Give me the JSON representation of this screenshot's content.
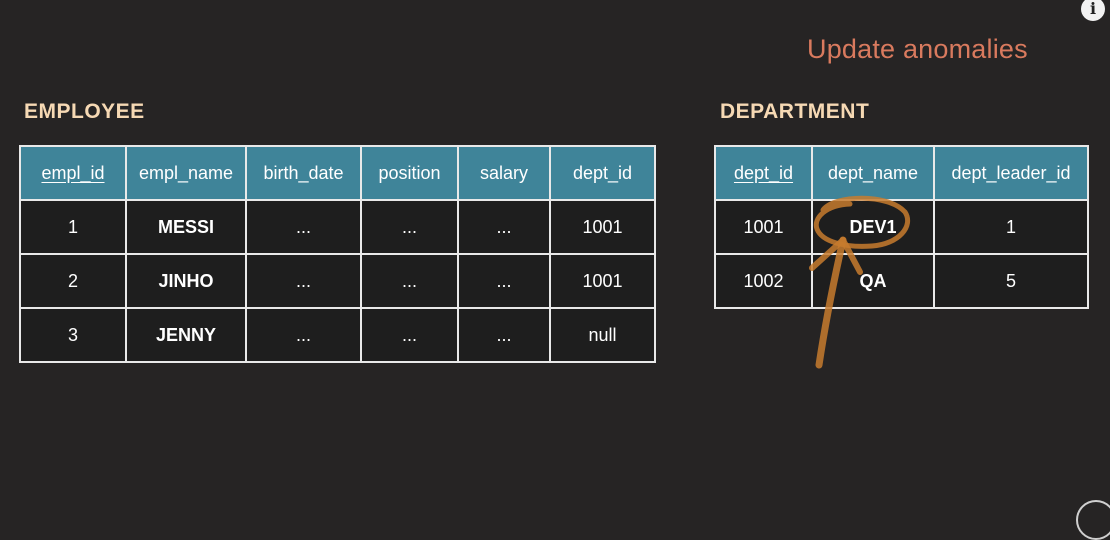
{
  "slide": {
    "title": "Update anomalies"
  },
  "icons": {
    "info": "info-icon",
    "info_glyph": "i"
  },
  "employee": {
    "title": "EMPLOYEE",
    "columns": [
      "empl_id",
      "empl_name",
      "birth_date",
      "position",
      "salary",
      "dept_id"
    ],
    "primary_key": "empl_id",
    "rows": [
      [
        "1",
        "MESSI",
        "...",
        "...",
        "...",
        "1001"
      ],
      [
        "2",
        "JINHO",
        "...",
        "...",
        "...",
        "1001"
      ],
      [
        "3",
        "JENNY",
        "...",
        "...",
        "...",
        "null"
      ]
    ]
  },
  "department": {
    "title": "DEPARTMENT",
    "columns": [
      "dept_id",
      "dept_name",
      "dept_leader_id"
    ],
    "primary_key": "dept_id",
    "rows": [
      [
        "1001",
        "DEV1",
        "1"
      ],
      [
        "1002",
        "QA",
        "5"
      ]
    ]
  },
  "colors": {
    "background": "#262424",
    "header_fill": "#3f8499",
    "title_accent": "#d97a5e",
    "table_title": "#f6d9b4",
    "annotation_stroke": "#c77b2e"
  }
}
